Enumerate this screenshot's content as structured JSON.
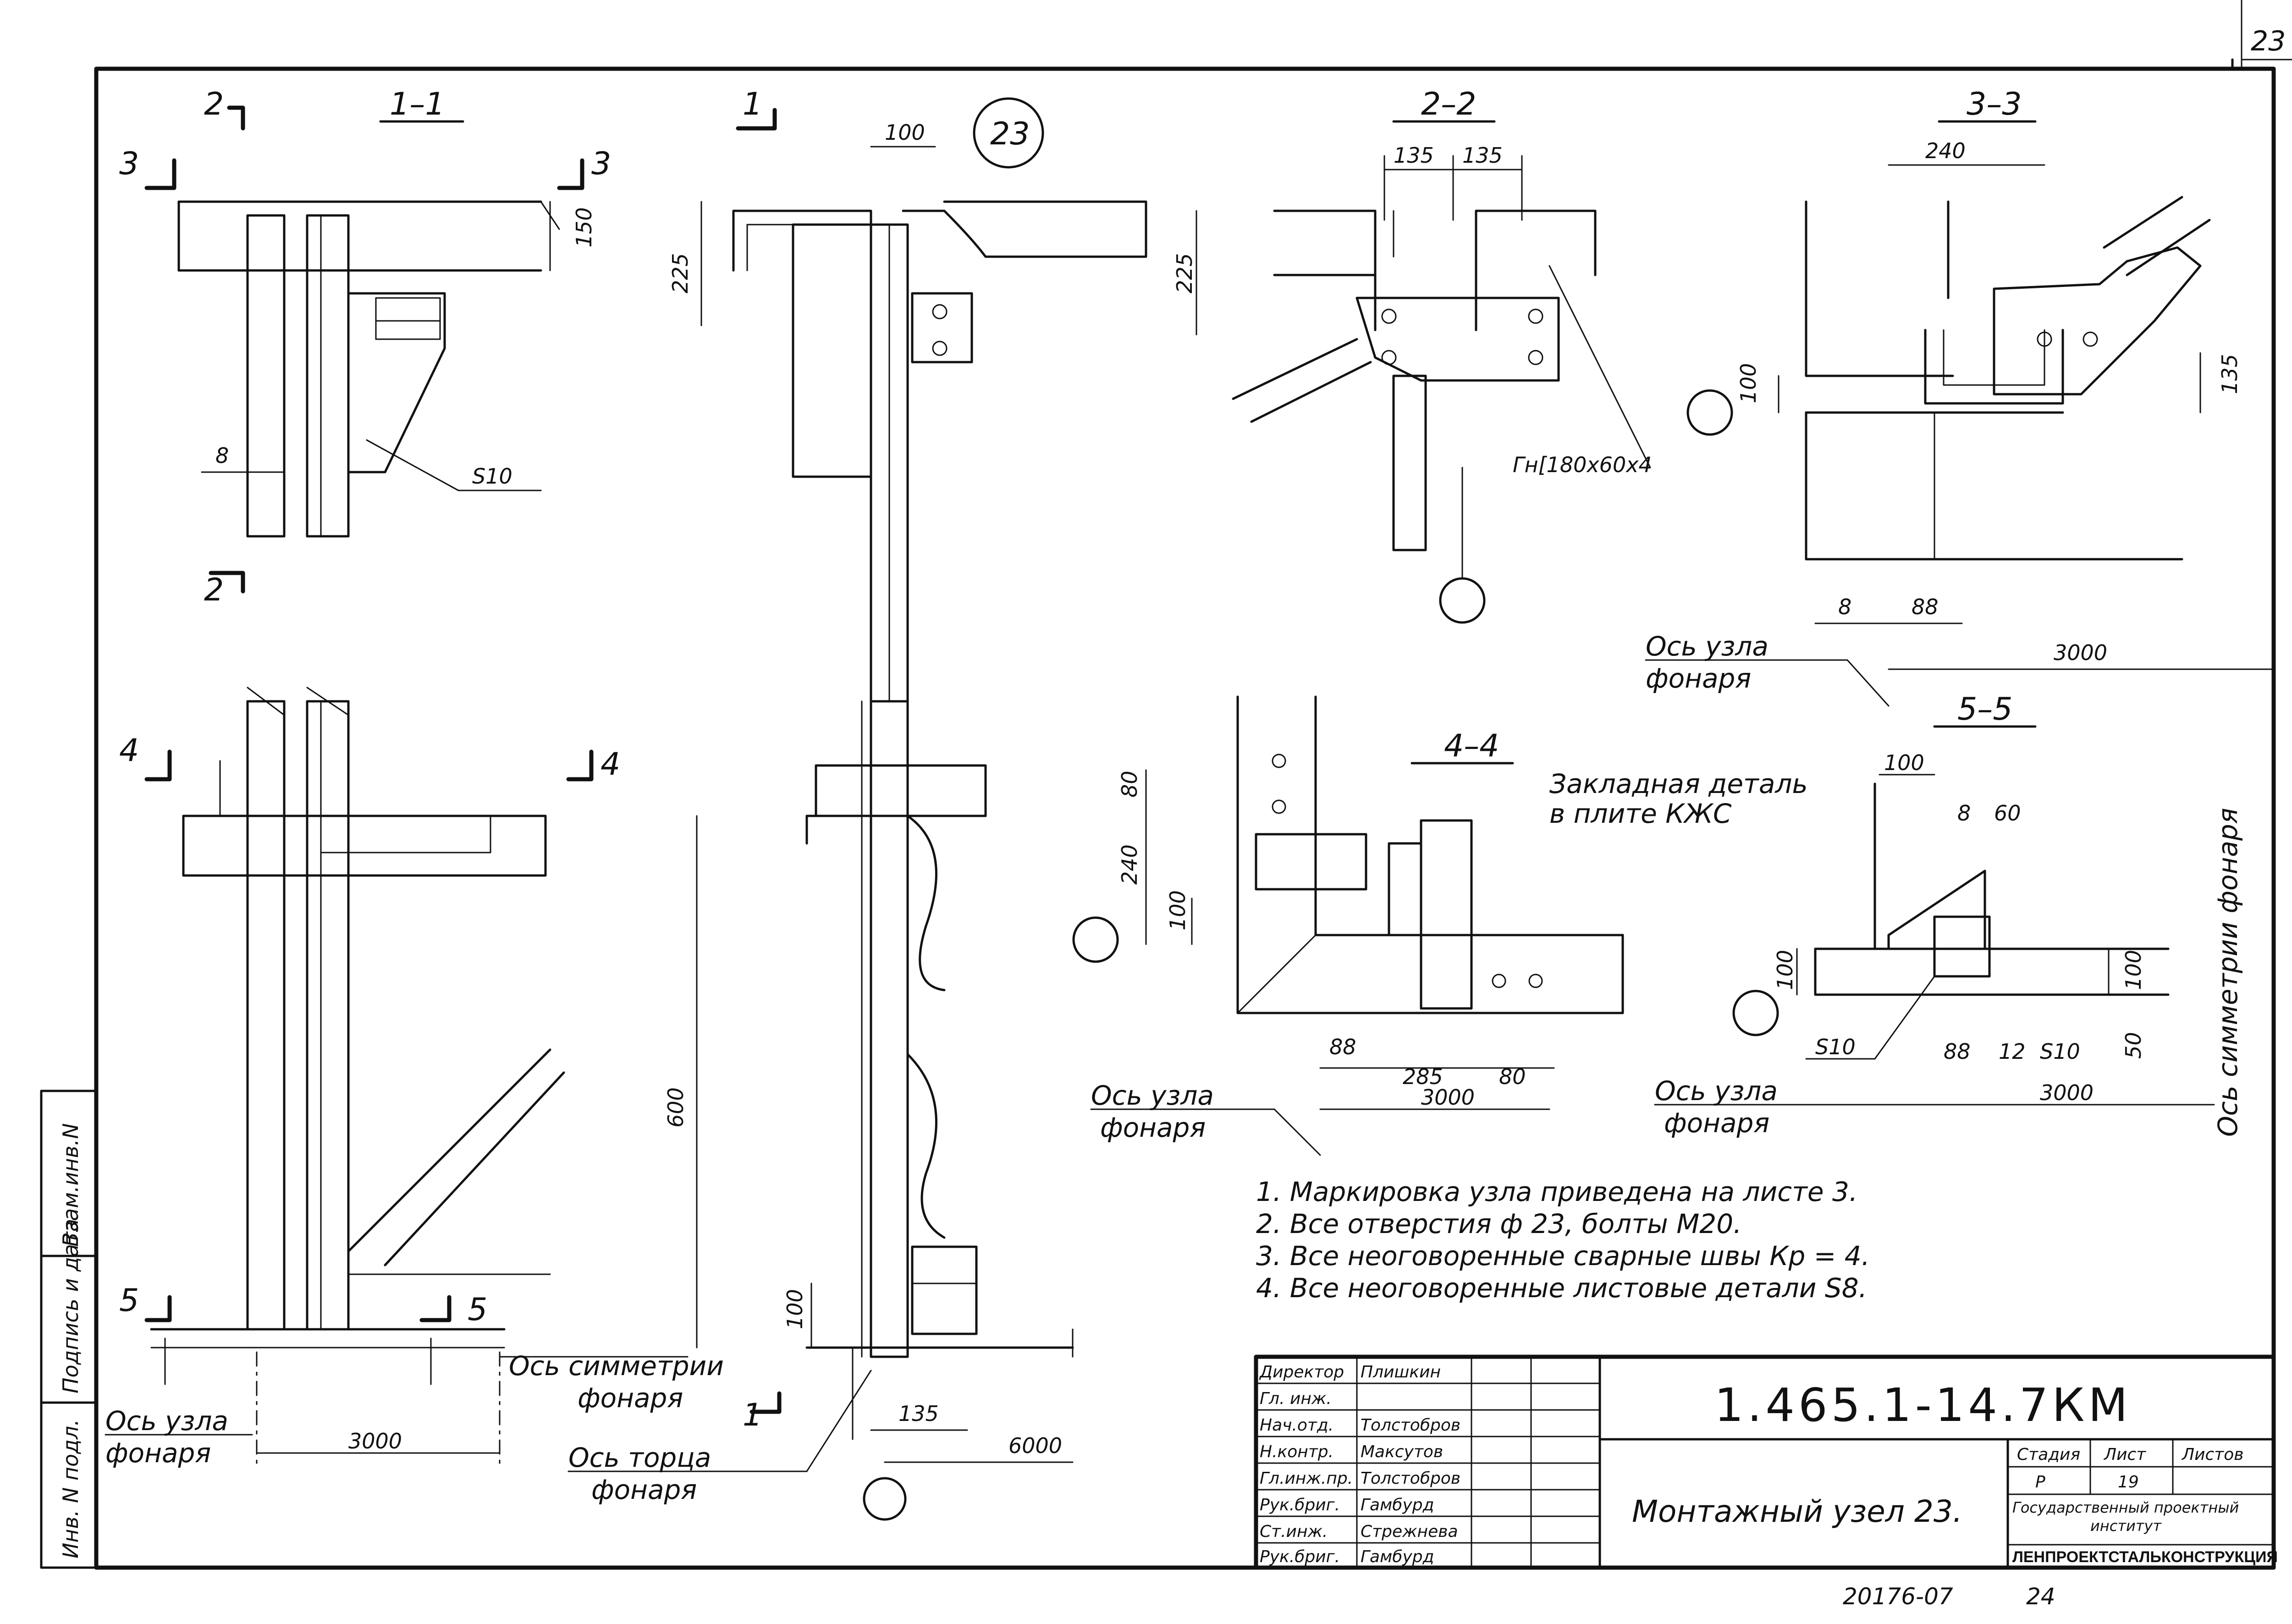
{
  "sheet": {
    "corner_number": "23",
    "node_mark": "23"
  },
  "sections": {
    "s11": "1–1",
    "s22": "2–2",
    "s33": "3–3",
    "s44": "4–4",
    "s55": "5–5"
  },
  "cut_marks": {
    "c2a": "2",
    "c2b": "2",
    "c3a": "3",
    "c3b": "3",
    "c4a": "4",
    "c4b": "4",
    "c5a": "5",
    "c5b": "5",
    "c1a": "1",
    "c1b": "1"
  },
  "dims": {
    "v1_150": "150",
    "v1_8": "8",
    "v1_s10": "S10",
    "v1_3000": "3000",
    "v2_100": "100",
    "v2_225": "225",
    "v2_600": "600",
    "v2_100b": "100",
    "v2_135": "135",
    "v2_6000": "6000",
    "v3_135a": "135",
    "v3_135b": "135",
    "v3_225": "225",
    "v3_profile": "Гн[180x60x4",
    "v4_240": "240",
    "v4_100": "100",
    "v4_135": "135",
    "v4_8": "8",
    "v4_88": "88",
    "v4_3000": "3000",
    "v5_80": "80",
    "v5_240": "240",
    "v5_100": "100",
    "v5_88": "88",
    "v5_285": "285",
    "v5_80b": "80",
    "v5_3000": "3000",
    "v6_100": "100",
    "v6_8": "8",
    "v6_60": "60",
    "v6_100l": "100",
    "v6_100r": "100",
    "v6_50": "50",
    "v6_s10a": "S10",
    "v6_88": "88",
    "v6_12": "12",
    "v6_s10b": "S10",
    "v6_3000": "3000"
  },
  "labels": {
    "axis_node_1": "Ось узла",
    "axis_node_1b": "фонаря",
    "axis_node_2": "Ось узла",
    "axis_node_2b": "фонаря",
    "axis_node_3": "Ось узла",
    "axis_node_3b": "фонаря",
    "axis_node_4": "Ось узла",
    "axis_node_4b": "фонаря",
    "axis_sym_1": "Ось симметрии",
    "axis_sym_1b": "фонаря",
    "axis_sym_2": "Ось симметрии фонаря",
    "axis_end": "Ось торца",
    "axis_endb": "фонаря",
    "embedded_1": "Закладная деталь",
    "embedded_2": "в плите КЖС"
  },
  "notes": [
    "1. Маркировка узла приведена на листе 3.",
    "2. Все отверстия ф 23, болты М20.",
    "3. Все неоговоренные сварные швы Кр = 4.",
    "4. Все неоговоренные листовые детали S8."
  ],
  "side_stamp": [
    "Инв. N подл.",
    "Подпись и дата",
    "Взам.инв.N"
  ],
  "title_block": {
    "doc_code": "1.465.1-14.7КМ",
    "title": "Монтажный узел 23.",
    "roles": [
      {
        "role": "Директор",
        "name": "Плишкин"
      },
      {
        "role": "Гл. инж.",
        "name": ""
      },
      {
        "role": "Нач.отд.",
        "name": "Толстобров"
      },
      {
        "role": "Н.контр.",
        "name": "Максутов"
      },
      {
        "role": "Гл.инж.пр.",
        "name": "Толстобров"
      },
      {
        "role": "Рук.бриг.",
        "name": "Гамбурд"
      },
      {
        "role": "Ст.инж.",
        "name": "Стрежнева"
      },
      {
        "role": "Рук.бриг.",
        "name": "Гамбурд"
      }
    ],
    "stage_label": "Стадия",
    "sheet_label": "Лист",
    "sheets_label": "Листов",
    "stage_value": "Р",
    "sheet_value": "19",
    "org_line1": "Государственный проектный",
    "org_line2": "институт",
    "org_line3": "ЛЕНПРОЕКТСТАЛЬКОНСТРУКЦИЯ"
  },
  "footer": {
    "archive_no": "20176-07",
    "page_no": "24"
  }
}
